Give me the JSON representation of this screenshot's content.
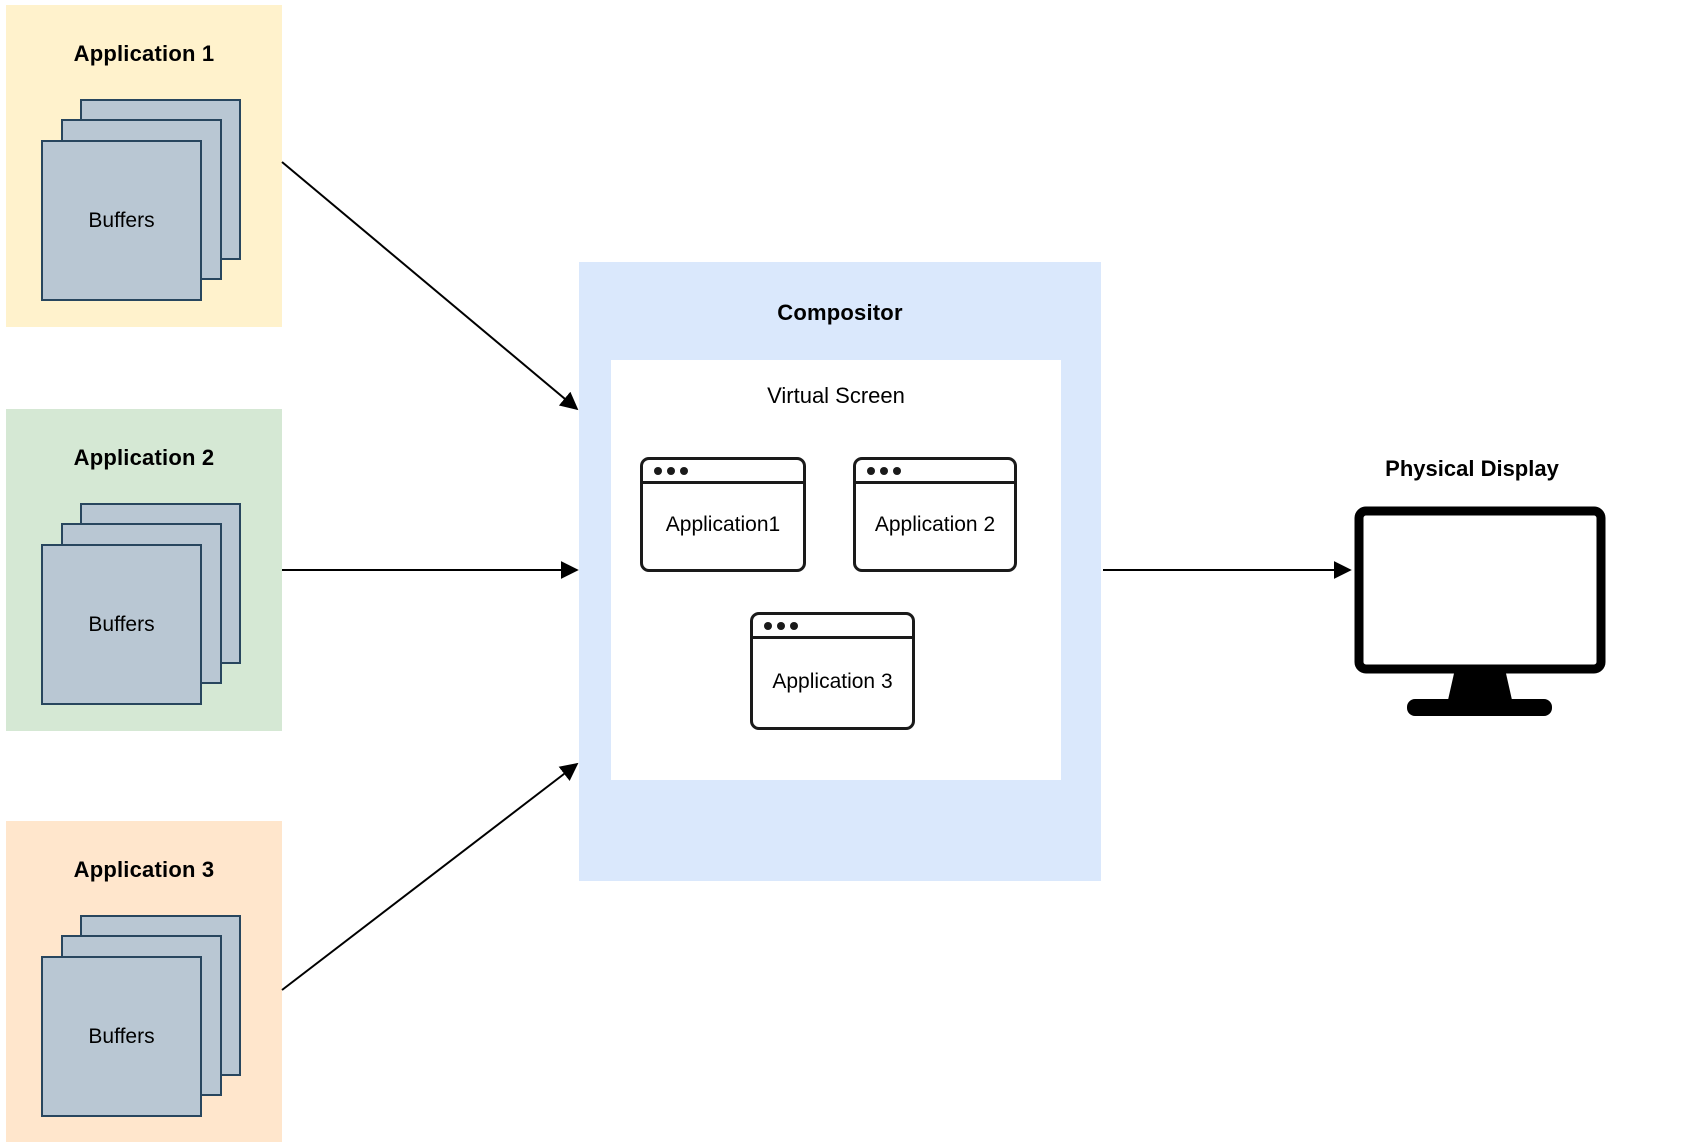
{
  "applications": [
    {
      "label": "Application 1",
      "buffers_label": "Buffers"
    },
    {
      "label": "Application 2",
      "buffers_label": "Buffers"
    },
    {
      "label": "Application 3",
      "buffers_label": "Buffers"
    }
  ],
  "compositor": {
    "label": "Compositor",
    "virtual_screen": {
      "label": "Virtual Screen",
      "windows": [
        {
          "label": "Application1"
        },
        {
          "label": "Application 2"
        },
        {
          "label": "Application 3"
        }
      ]
    }
  },
  "display": {
    "label": "Physical Display"
  },
  "colors": {
    "app1_bg": "#FFF2CC",
    "app2_bg": "#D5E8D4",
    "app3_bg": "#FFE6CC",
    "compositor_bg": "#DAE8FC",
    "virtual_screen_bg": "#FFFFFF",
    "buffer_fill": "#B9C7D3",
    "buffer_border": "#28465E",
    "window_outline": "#1A1A1A",
    "arrow": "#000000"
  }
}
